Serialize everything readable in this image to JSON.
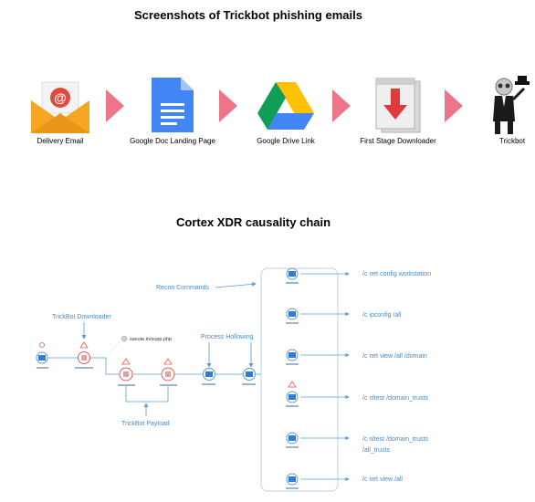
{
  "top_title": "Screenshots of Trickbot phishing emails",
  "flow_steps": [
    {
      "label": "Delivery Email",
      "icon": "envelope-icon"
    },
    {
      "label": "Google Doc Landing Page",
      "icon": "google-doc-icon"
    },
    {
      "label": "Google Drive Link",
      "icon": "google-drive-icon"
    },
    {
      "label": "First Stage Downloader",
      "icon": "downloader-icon"
    },
    {
      "label": "Trickbot",
      "icon": "trickbot-mascot-icon"
    }
  ],
  "chain_title": "Cortex XDR causality chain",
  "annotations": {
    "recon": "Recon Commands",
    "downloader": "TrickBot Downloader",
    "hollowing": "Process Hollowing",
    "payload": "TrickBot Payload",
    "url": "savute.in/supp.php"
  },
  "commands": [
    {
      "lines": [
        "/c net config workstation"
      ]
    },
    {
      "lines": [
        "/c ipconfig /all"
      ]
    },
    {
      "lines": [
        "/c net view /all /domain"
      ]
    },
    {
      "lines": [
        "/c nltest /domain_trusts"
      ]
    },
    {
      "lines": [
        "/c nltest /domain_trusts",
        "/all_trusts"
      ]
    },
    {
      "lines": [
        "/c net view /all"
      ]
    }
  ],
  "colors": {
    "arrow_pink": "#ee7488",
    "diagram_blue": "#5b9bd5",
    "alert_red": "#e05a5a"
  }
}
